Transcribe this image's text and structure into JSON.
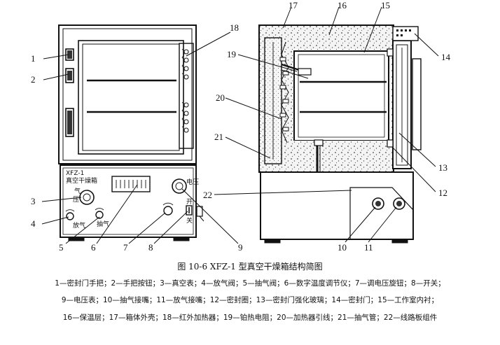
{
  "callouts": [
    "1",
    "2",
    "3",
    "4",
    "5",
    "6",
    "7",
    "8",
    "9",
    "10",
    "11",
    "12",
    "13",
    "14",
    "15",
    "16",
    "17",
    "18",
    "19",
    "20",
    "21",
    "22"
  ],
  "panel": {
    "model": "XFZ-1",
    "name": "真空干燥箱",
    "gauge_label_1": "气",
    "gauge_label_2": "压",
    "voltage_label": "电压",
    "release_label": "放气",
    "pump_label": "抽气",
    "switch_label_1": "开",
    "switch_label_2": "关"
  },
  "caption": {
    "title": "图 10-6   XFZ-1 型真空干燥箱结构简图",
    "legend_1": "1—密封门手把；2—手把按钮；3—真空表；4—放气阀；5—抽气阀；6—数字温度调节仪；7—调电压旋钮；8—开关；",
    "legend_2": "9—电压表；10—抽气接嘴；11—放气接嘴；12—密封圈；13—密封门强化玻璃；14—密封门；15—工作室内衬；",
    "legend_3": "16—保温层；17—箱体外壳；18—红外加热器；19—铂热电阻；20—加热器引线；21—抽气管；22—线路板组件"
  }
}
